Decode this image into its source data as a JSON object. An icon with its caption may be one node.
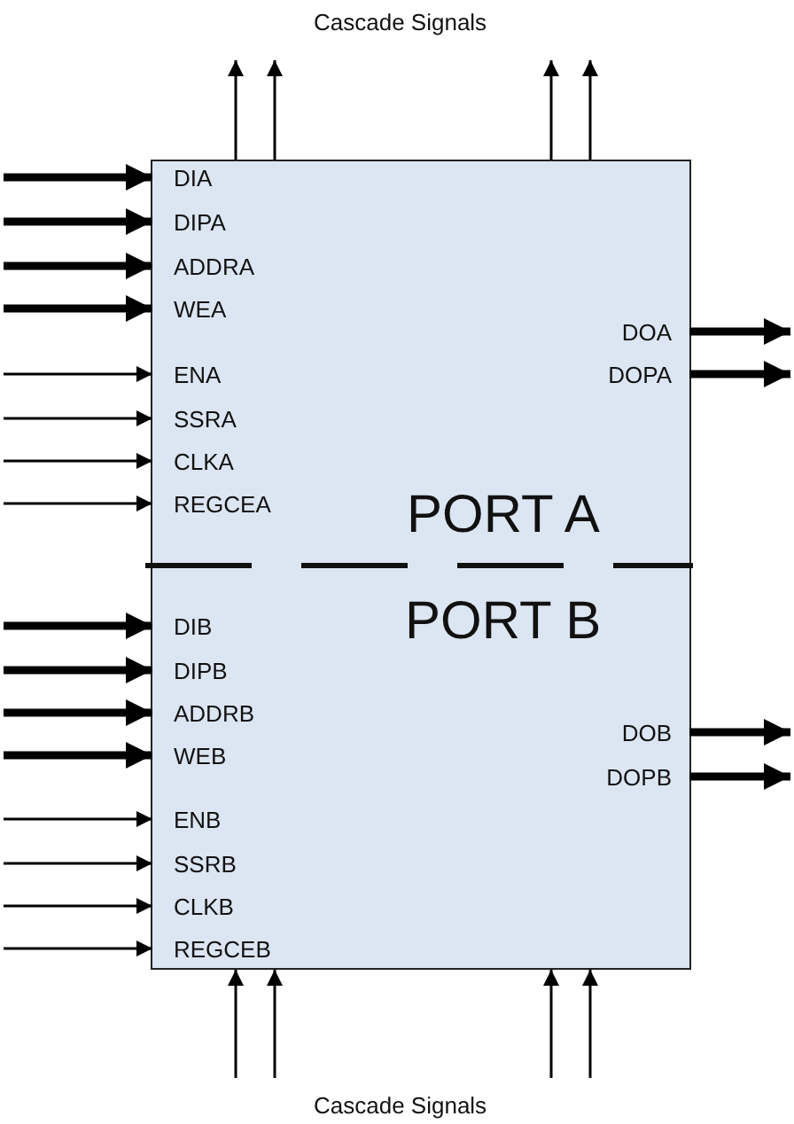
{
  "diagram": {
    "nodes": [
      {
        "text": [
          "PORT A",
          "PORT B"
        ]
      },
      {
        "text": [
          "DIA"
        ],
        "in": 0
      },
      {
        "text": [
          "DIPA"
        ],
        "in": 0
      },
      {
        "text": [
          "ADDRA"
        ],
        "in": 0
      },
      {
        "text": [
          "WEA"
        ],
        "in": 0
      },
      {
        "text": [
          "ENA"
        ],
        "in": 0
      },
      {
        "text": [
          "SSRA"
        ],
        "in": 0
      },
      {
        "text": [
          "CLKA"
        ],
        "in": 0
      },
      {
        "text": [
          "REGCEA"
        ],
        "in": 0
      },
      {
        "text": [
          "DOA"
        ],
        "in": 0
      },
      {
        "text": [
          "DOPA"
        ],
        "in": 0
      },
      {
        "text": [
          "DIB"
        ],
        "in": 0
      },
      {
        "text": [
          "DIPB"
        ],
        "in": 0
      },
      {
        "text": [
          "ADDRB"
        ],
        "in": 0
      },
      {
        "text": [
          "WEB"
        ],
        "in": 0
      },
      {
        "text": [
          "ENB"
        ],
        "in": 0
      },
      {
        "text": [
          "SSRB"
        ],
        "in": 0
      },
      {
        "text": [
          "CLKB"
        ],
        "in": 0
      },
      {
        "text": [
          "REGCEB"
        ],
        "in": 0
      },
      {
        "text": [
          "DOB"
        ],
        "in": 0
      },
      {
        "text": [
          "DOPB"
        ],
        "in": 0
      }
    ],
    "edges": [
      {
        "from": null,
        "to": 1,
        "arrow": "to",
        "style": "thick"
      },
      {
        "from": null,
        "to": 2,
        "arrow": "to",
        "style": "thick"
      },
      {
        "from": null,
        "to": 3,
        "arrow": "to",
        "style": "thick"
      },
      {
        "from": null,
        "to": 4,
        "arrow": "to",
        "style": "thick"
      },
      {
        "from": null,
        "to": 5,
        "arrow": "to"
      },
      {
        "from": null,
        "to": 6,
        "arrow": "to"
      },
      {
        "from": null,
        "to": 7,
        "arrow": "to"
      },
      {
        "from": null,
        "to": 8,
        "arrow": "to"
      },
      {
        "from": 9,
        "to": null,
        "arrow": "to",
        "style": "thick"
      },
      {
        "from": 10,
        "to": null,
        "arrow": "to",
        "style": "thick"
      },
      {
        "from": null,
        "to": 11,
        "arrow": "to",
        "style": "thick"
      },
      {
        "from": null,
        "to": 12,
        "arrow": "to",
        "style": "thick"
      },
      {
        "from": null,
        "to": 13,
        "arrow": "to",
        "style": "thick"
      },
      {
        "from": null,
        "to": 14,
        "arrow": "to",
        "style": "thick"
      },
      {
        "from": null,
        "to": 15,
        "arrow": "to"
      },
      {
        "from": null,
        "to": 16,
        "arrow": "to"
      },
      {
        "from": null,
        "to": 17,
        "arrow": "to"
      },
      {
        "from": null,
        "to": 18,
        "arrow": "to"
      },
      {
        "from": 19,
        "to": null,
        "arrow": "to",
        "style": "thick"
      },
      {
        "from": 20,
        "to": null,
        "arrow": "to",
        "style": "thick"
      },
      {
        "from": 0,
        "to": null,
        "arrow": "to"
      },
      {
        "from": 0,
        "to": null,
        "arrow": "to"
      },
      {
        "from": 0,
        "to": null,
        "arrow": "to"
      },
      {
        "from": 0,
        "to": null,
        "arrow": "to"
      },
      {
        "from": null,
        "to": 0,
        "arrow": "to"
      },
      {
        "from": null,
        "to": 0,
        "arrow": "to"
      },
      {
        "from": null,
        "to": 0,
        "arrow": "to"
      },
      {
        "from": null,
        "to": 0,
        "arrow": "to"
      }
    ],
    "labels": [
      "Cascade Signals",
      "Cascade Signals"
    ]
  }
}
